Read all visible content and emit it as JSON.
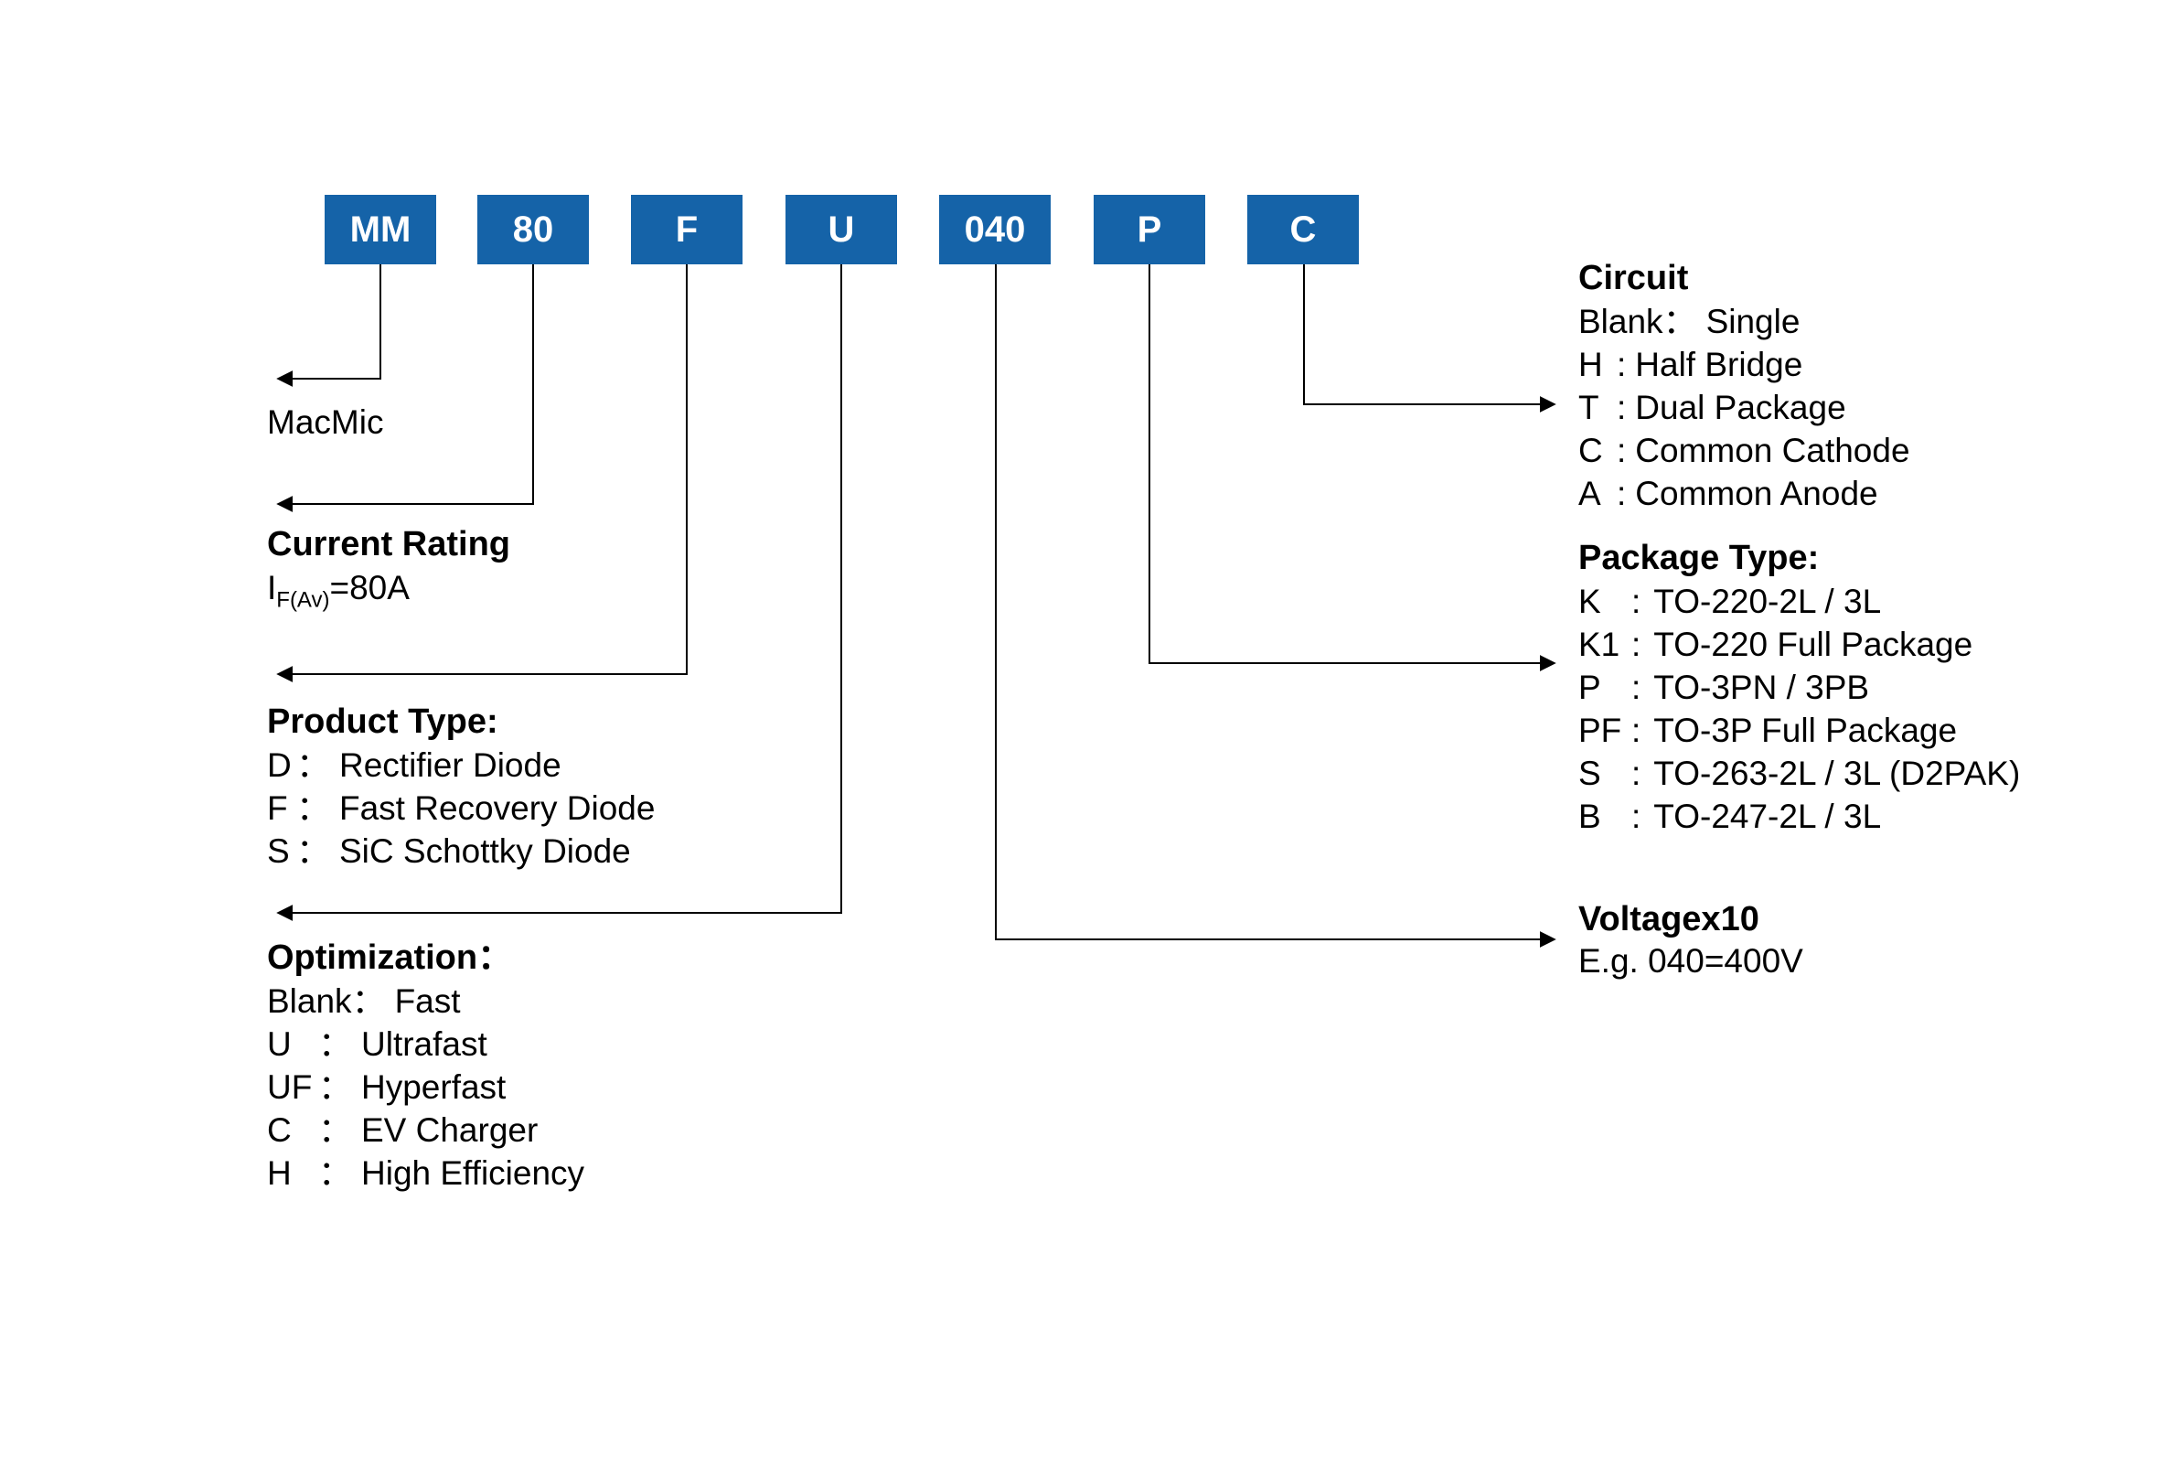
{
  "part_code": {
    "segments": [
      {
        "label": "MM"
      },
      {
        "label": "80"
      },
      {
        "label": "F"
      },
      {
        "label": "U"
      },
      {
        "label": "040"
      },
      {
        "label": "P"
      },
      {
        "label": "C"
      }
    ]
  },
  "sections": {
    "brand": {
      "name": "MacMic"
    },
    "current_rating": {
      "title": "Current Rating",
      "symbol": "I",
      "subscript": "F(Av)",
      "value": "=80A"
    },
    "product_type": {
      "title": "Product Type:",
      "items": [
        {
          "key": "D",
          "sep": "：",
          "desc": "Rectifier Diode"
        },
        {
          "key": "F",
          "sep": "：",
          "desc": "Fast Recovery Diode"
        },
        {
          "key": "S",
          "sep": "：",
          "desc": "SiC Schottky Diode"
        }
      ]
    },
    "optimization": {
      "title": "Optimization：",
      "items": [
        {
          "key": "Blank",
          "sep": "：",
          "desc": "Fast"
        },
        {
          "key": "U",
          "sep": "：",
          "desc": "Ultrafast"
        },
        {
          "key": "UF",
          "sep": "：",
          "desc": "Hyperfast"
        },
        {
          "key": "C",
          "sep": "：",
          "desc": "EV Charger"
        },
        {
          "key": "H",
          "sep": "：",
          "desc": "High Efficiency"
        }
      ]
    },
    "voltage": {
      "title": "Voltagex10",
      "example": "E.g. 040=400V"
    },
    "package_type": {
      "title": "Package Type:",
      "items": [
        {
          "key": "K",
          "sep": ":",
          "desc": "TO-220-2L / 3L"
        },
        {
          "key": "K1",
          "sep": ":",
          "desc": "TO-220 Full Package"
        },
        {
          "key": "P",
          "sep": ":",
          "desc": "TO-3PN / 3PB"
        },
        {
          "key": "PF",
          "sep": ":",
          "desc": "TO-3P Full Package"
        },
        {
          "key": "S",
          "sep": ":",
          "desc": "TO-263-2L / 3L (D2PAK)"
        },
        {
          "key": "B",
          "sep": ":",
          "desc": "TO-247-2L / 3L"
        }
      ]
    },
    "circuit": {
      "title": "Circuit",
      "items": [
        {
          "key": "Blank",
          "sep": "：",
          "desc": "Single"
        },
        {
          "key": "H",
          "sep": ":",
          "desc": "Half Bridge"
        },
        {
          "key": "T",
          "sep": ":",
          "desc": "Dual Package"
        },
        {
          "key": "C",
          "sep": ":",
          "desc": "Common Cathode"
        },
        {
          "key": "A",
          "sep": ":",
          "desc": "Common Anode"
        }
      ]
    }
  },
  "colors": {
    "box_blue": "#1563a8",
    "box_text": "#ffffff",
    "line": "#000000",
    "text": "#000000"
  }
}
